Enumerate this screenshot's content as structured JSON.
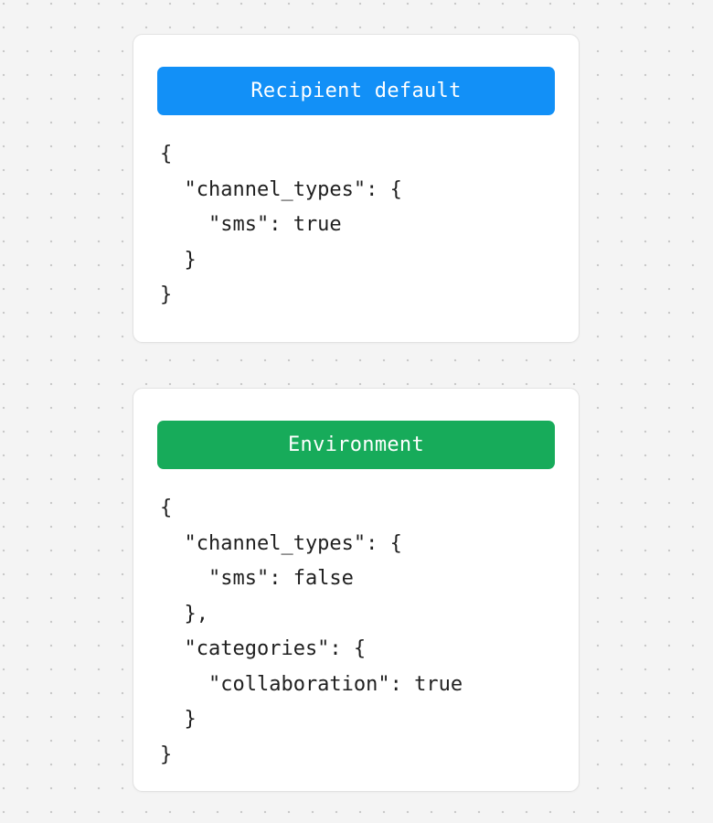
{
  "page": {
    "background_color": "#f4f4f4",
    "dot_color": "#c9c9c9",
    "card_background": "#ffffff",
    "card_border_color": "#e2e2e2",
    "code_text_color": "#1f1f1f"
  },
  "cards": [
    {
      "id": "recipient-default",
      "header": {
        "title": "Recipient default",
        "background_color": "#1290f7",
        "text_color": "#ffffff"
      },
      "code": "{\n  \"channel_types\": {\n    \"sms\": true\n  }\n}",
      "code_json": {
        "channel_types": {
          "sms": true
        }
      }
    },
    {
      "id": "environment",
      "header": {
        "title": "Environment",
        "background_color": "#17ab5a",
        "text_color": "#ffffff"
      },
      "code": "{\n  \"channel_types\": {\n    \"sms\": false\n  },\n  \"categories\": {\n    \"collaboration\": true\n  }\n}",
      "code_json": {
        "channel_types": {
          "sms": false
        },
        "categories": {
          "collaboration": true
        }
      }
    }
  ]
}
